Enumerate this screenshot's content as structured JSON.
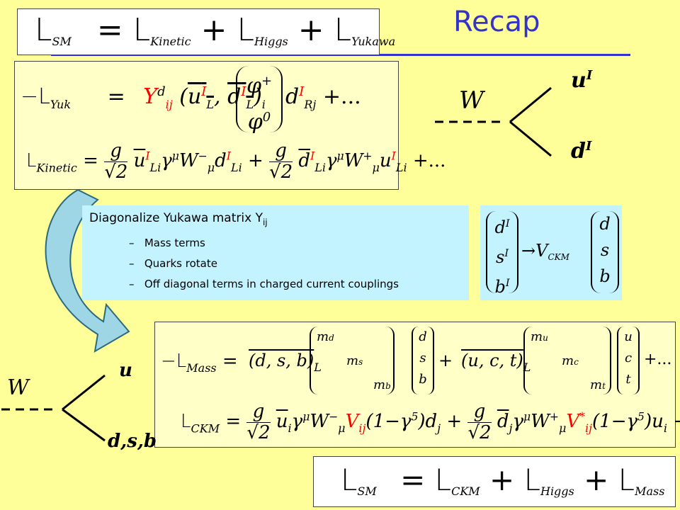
{
  "title": "Recap",
  "top_equation": {
    "lhs": "L",
    "lhs_sub": "SM",
    "terms": [
      {
        "symbol": "L",
        "sub": "Kinetic"
      },
      {
        "symbol": "L",
        "sub": "Higgs"
      },
      {
        "symbol": "L",
        "sub": "Yukawa"
      }
    ]
  },
  "interaction_box": {
    "yuk_lhs": "−L",
    "yuk_lhs_sub": "Yuk",
    "yuk_rhs_coupling": "Y",
    "yuk_rhs_coupling_sub": "ij",
    "yuk_rhs_coupling_sup": "d",
    "yuk_rhs_rest": "+...",
    "kin_lhs": "L",
    "kin_lhs_sub": "Kinetic",
    "kin_rest": "+..."
  },
  "upper_vertex": {
    "boson": "W",
    "quark_top": "u",
    "quark_top_sup": "I",
    "quark_bottom": "d",
    "quark_bottom_sup": "I"
  },
  "diagonalize_box": {
    "heading": "Diagonalize Yukawa matrix Y",
    "heading_sub": "ij",
    "items": [
      "Mass terms",
      "Quarks rotate",
      "Off diagonal terms in charged current couplings"
    ]
  },
  "ckm_rotation": {
    "left": [
      "d",
      "s",
      "b"
    ],
    "left_sup": "I",
    "operator": "→V",
    "operator_sub": "CKM",
    "right": [
      "d",
      "s",
      "b"
    ]
  },
  "lower_box": {
    "mass_lhs": "−L",
    "mass_lhs_sub": "Mass",
    "down_row": "(d, s, b)",
    "down_masses": [
      "m",
      "m",
      "m"
    ],
    "down_mass_subs": [
      "d",
      "s",
      "b"
    ],
    "up_row": "(u, c, t)",
    "up_masses": [
      "m",
      "m",
      "m"
    ],
    "up_mass_subs": [
      "u",
      "c",
      "t"
    ],
    "down_col": [
      "d",
      "s",
      "b"
    ],
    "up_col": [
      "u",
      "c",
      "t"
    ],
    "ckm_lhs": "L",
    "ckm_lhs_sub": "CKM",
    "ckm_v": "V",
    "ckm_v_sub": "ij",
    "ckm_vstar": "V",
    "ckm_vstar_sup": "*",
    "ckm_vstar_sub": "ij",
    "rest": "+..."
  },
  "lower_vertex": {
    "boson": "W",
    "quark_top": "u",
    "quark_bottom": "d,s,b"
  },
  "bottom_equation": {
    "lhs": "L",
    "lhs_sub": "SM",
    "terms": [
      {
        "symbol": "L",
        "sub": "CKM"
      },
      {
        "symbol": "L",
        "sub": "Higgs"
      },
      {
        "symbol": "L",
        "sub": "Mass"
      }
    ]
  },
  "colors": {
    "background": "#ffff99",
    "box_fill": "#ffffc8",
    "cyan_box": "#c2f3ff",
    "title": "#3333cc",
    "highlight": "#ff0000",
    "arrow_fill": "#9fd6e6"
  }
}
